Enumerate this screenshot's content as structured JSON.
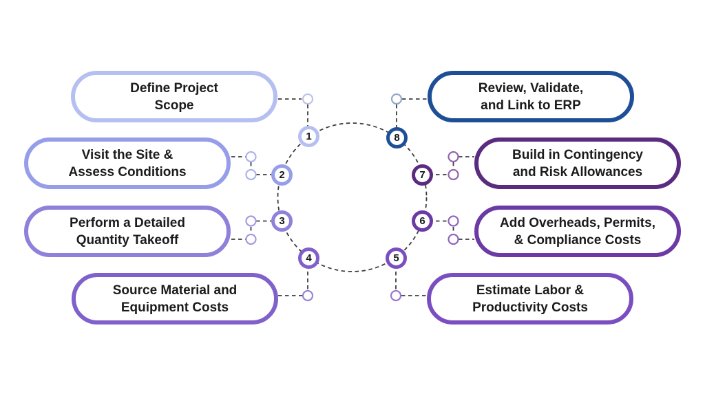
{
  "diagram": {
    "background": "#ffffff",
    "dash_color": "#3c3c3c",
    "text_color": "#1b1b1d"
  },
  "steps": [
    {
      "number": "1",
      "line1": "Define Project",
      "line2": "Scope",
      "color": "#b5c0f1",
      "light": "#bdc3e8"
    },
    {
      "number": "2",
      "line1": "Visit the Site &",
      "line2": "Assess Conditions",
      "color": "#969ee9",
      "light": "#aeb3ec"
    },
    {
      "number": "3",
      "line1": "Perform a Detailed",
      "line2": "Quantity Takeoff",
      "color": "#8f80da",
      "light": "#a49ae3"
    },
    {
      "number": "4",
      "line1": "Source Material and",
      "line2": "Equipment Costs",
      "color": "#8060cb",
      "light": "#9c82d6"
    },
    {
      "number": "5",
      "line1": "Estimate Labor &",
      "line2": "Productivity Costs",
      "color": "#7a4ec1",
      "light": "#9a77cf"
    },
    {
      "number": "6",
      "line1": "Add Overheads, Permits,",
      "line2": "& Compliance Costs",
      "color": "#6b3aa4",
      "light": "#8f66bd"
    },
    {
      "number": "7",
      "line1": "Build in Contingency",
      "line2": "and Risk Allowances",
      "color": "#5b2b80",
      "light": "#9166b1"
    },
    {
      "number": "8",
      "line1": "Review, Validate,",
      "line2": "and Link to ERP",
      "color": "#1e4f96",
      "light": "#93a8c9"
    }
  ]
}
